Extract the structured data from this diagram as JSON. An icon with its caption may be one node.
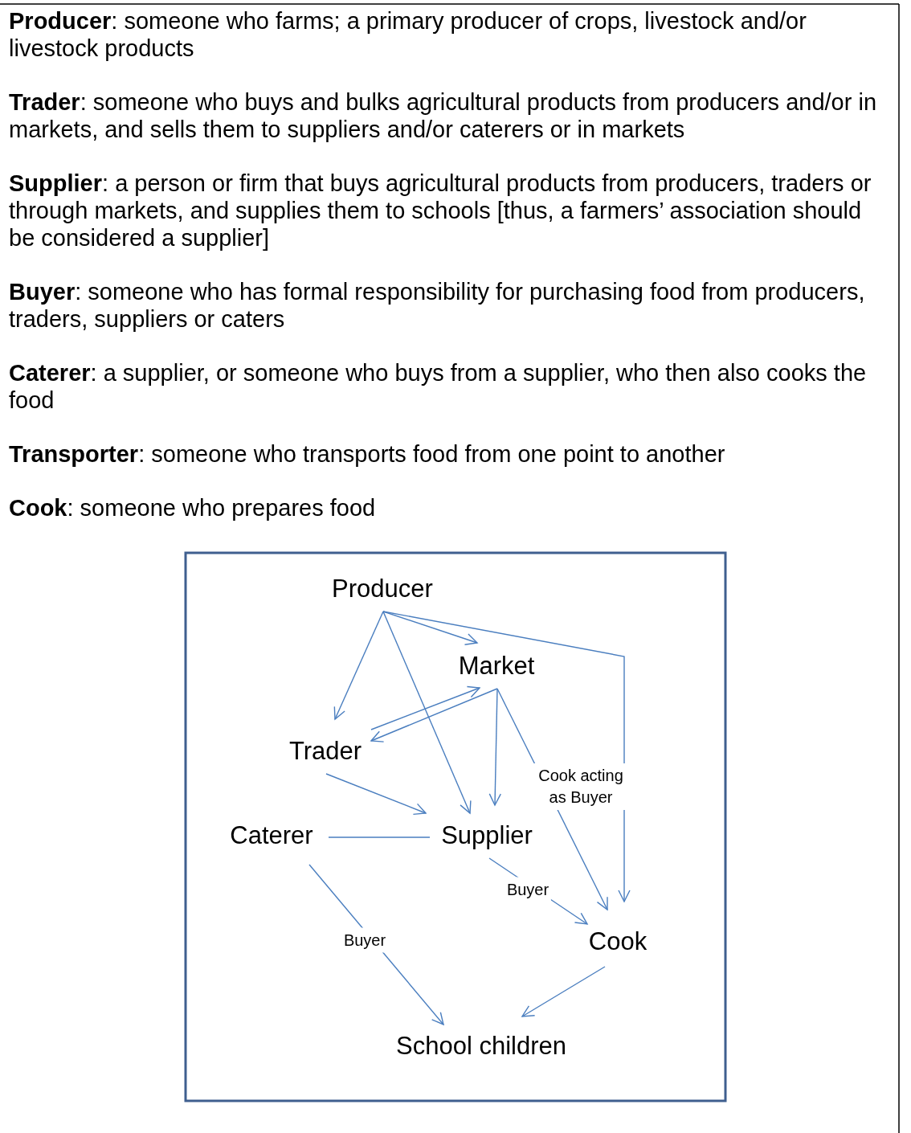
{
  "diagram": {
    "nodes": [
      {
        "text": [
          "Producer"
        ]
      },
      {
        "text": [
          "Market"
        ]
      },
      {
        "text": [
          "Trader"
        ]
      },
      {
        "text": [
          "Caterer"
        ]
      },
      {
        "text": [
          "Supplier"
        ]
      },
      {
        "text": [
          "Cook"
        ]
      },
      {
        "text": [
          "School children"
        ]
      }
    ],
    "edges": [
      {
        "from": 0,
        "to": 2,
        "arrow": "to"
      },
      {
        "from": 0,
        "to": 1,
        "arrow": "to"
      },
      {
        "from": 0,
        "to": 4,
        "arrow": "to"
      },
      {
        "from": 0,
        "to": 5,
        "arrow": "to"
      },
      {
        "from": 2,
        "to": 1,
        "arrow": "to"
      },
      {
        "from": 1,
        "to": 2,
        "arrow": "to"
      },
      {
        "from": 1,
        "to": 4,
        "arrow": "to"
      },
      {
        "from": 1,
        "to": 5,
        "arrow": "to",
        "label": "Cook acting as Buyer"
      },
      {
        "from": 2,
        "to": 4,
        "arrow": "to"
      },
      {
        "from": 3,
        "to": 4,
        "arrow": "none"
      },
      {
        "from": 4,
        "to": 5,
        "arrow": "to",
        "label": "Buyer"
      },
      {
        "from": 3,
        "to": 6,
        "arrow": "to",
        "label": "Buyer"
      },
      {
        "from": 5,
        "to": 6,
        "arrow": "to"
      }
    ],
    "labels": [
      "**Producer**: someone who farms; a primary producer of crops, livestock and/or livestock products",
      "**Trader**: someone who buys and bulks agricultural products from producers and/or in markets, and sells them to suppliers and/or caterers or in markets",
      "**Supplier**: a person or firm that buys agricultural products from producers, traders or through markets, and supplies them to schools [thus, a farmers’ association should be considered a supplier]",
      "**Buyer**: someone who has formal responsibility for purchasing food from producers, traders, suppliers or caters",
      "**Caterer**: a supplier, or someone who buys from a supplier, who then also cooks the food",
      "**Transporter**: someone who transports food from one point to another",
      "**Cook**: someone who prepares food"
    ]
  }
}
